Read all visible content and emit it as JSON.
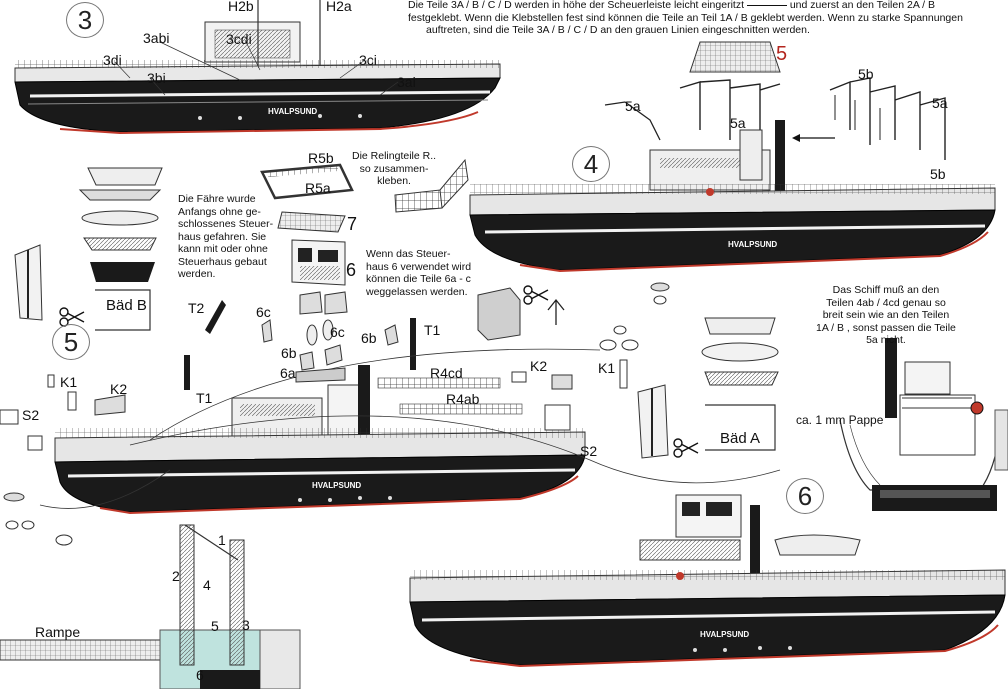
{
  "header_note": {
    "line1": "Die Teile 3A / B / C / D werden in höhe der Scheuerleiste leicht eingeritzt",
    "line1b": "und zuerst an den Teilen 2A / B",
    "line2": "festgeklebt. Wenn die Klebstellen fest sind können die Teile an Teil 1A / B geklebt werden. Wenn zu starke Spannungen",
    "line3": "auftreten, sind die Teile 3A / B / C / D an den grauen Linien eingeschnitten werden."
  },
  "steps": {
    "s3": "3",
    "s4": "4",
    "s5": "5",
    "s6": "6"
  },
  "ship_name": "HVALPSUND",
  "part_labels": {
    "h2b": "H2b",
    "h2a": "H2a",
    "p3abi": "3abi",
    "p3cdi": "3cdi",
    "p3di": "3di",
    "p3bi": "3bi",
    "p3ci": "3ci",
    "p3ai": "3ai",
    "p5": "5",
    "p5a_left": "5a",
    "p5a_mid": "5a",
    "p5a_right": "5a",
    "p5b_top": "5b",
    "p5b_bottom": "5b",
    "r5b": "R5b",
    "r5a": "R5a",
    "p7": "7",
    "p6": "6",
    "p6c_a": "6c",
    "p6c_b": "6c",
    "p6b_a": "6b",
    "p6b_b": "6b",
    "p6a": "6a",
    "t2": "T2",
    "t1_left": "T1",
    "t1_right": "T1",
    "r4cd": "R4cd",
    "r4ab": "R4ab",
    "k1_left": "K1",
    "k1_right": "K1",
    "k2_left": "K2",
    "k2_right": "K2",
    "s2_left": "S2",
    "s2_right": "S2",
    "bad_b": "Bäd B",
    "bad_a": "Bäd A",
    "rampe": "Rampe",
    "pappe": "ca. 1 mm Pappe",
    "r1": "1",
    "r2": "2",
    "r3": "3",
    "r4": "4",
    "r5": "5",
    "r6": "6"
  },
  "notes": {
    "relling": "Die Relingteile R..\nso zusammen-\nkleben.",
    "faehre": "Die Fähre wurde\nAnfangs ohne ge-\nschlossenes Steuer-\nhaus gefahren. Sie\nkann mit oder ohne\nSteuerhaus gebaut\nwerden.",
    "steuerhaus": "Wenn das Steuer-\nhaus 6 verwendet wird\nkönnen die Teile 6a - c\nweggelassen werden.",
    "schiff": "Das Schiff muß an den\nTeilen 4ab / 4cd genau so\nbreit sein wie an den Teilen\n1A / B , sonst passen die Teile\n5a nicht."
  },
  "colors": {
    "hull": "#1a1a1a",
    "deck": "#d9d9d9",
    "waterline": "#c0392b",
    "ramp": "#bfe3de",
    "step_red": "#b3261e"
  },
  "icons": [
    "scissors-icon",
    "arrow-icon"
  ]
}
